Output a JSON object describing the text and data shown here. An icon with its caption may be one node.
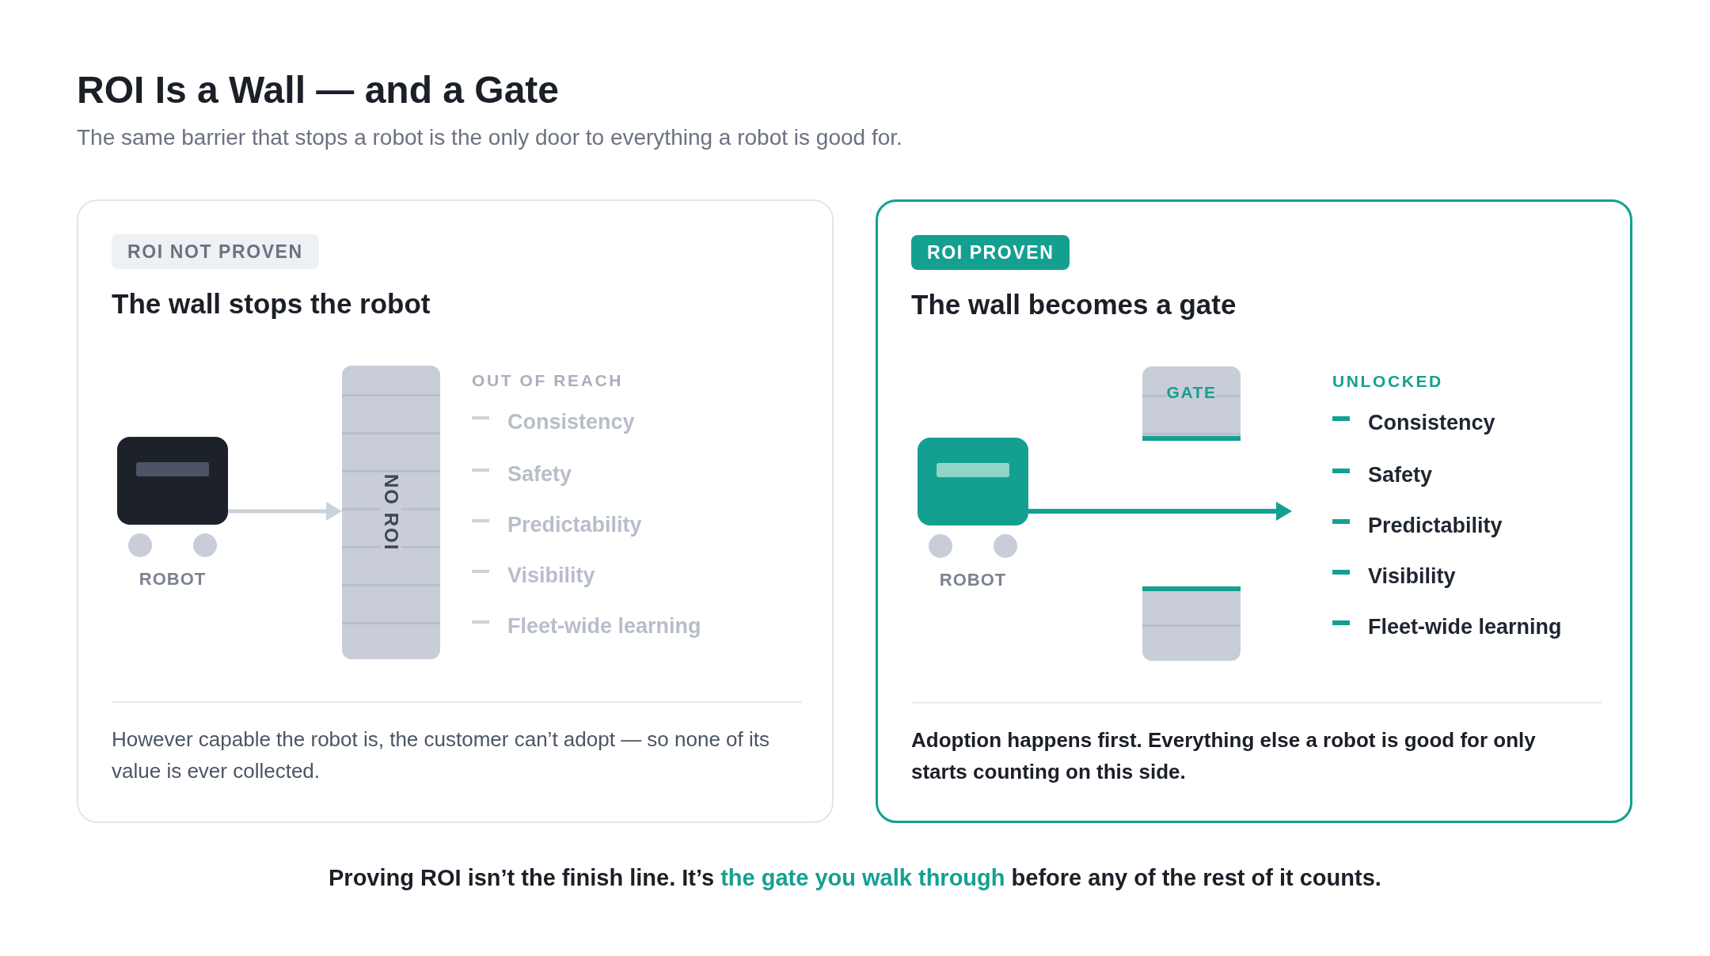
{
  "diagram": {
    "title": "ROI Is a Wall — and a Gate",
    "caption": "Proving ROI isn’t the finish line. It’s *the gate you walk through* before any of the rest of it counts.",
    "nodes": [
      {
        "text": [
          "The wall stops the robot",
          "However capable the robot is, the customer can’t adopt — so none of its value is ever collected."
        ]
      },
      {
        "text": [
          "ROI NOT PROVEN"
        ],
        "in": 0
      },
      {
        "text": [
          "ROBOT"
        ],
        "in": 0
      },
      {
        "text": [
          "NO ROI"
        ],
        "in": 0
      },
      {
        "text": [
          "The wall becomes a gate",
          "Adoption happens first. Everything else a robot is good for only starts counting on this side."
        ]
      },
      {
        "text": [
          "ROI PROVEN"
        ],
        "in": 4
      },
      {
        "text": [
          "ROBOT"
        ],
        "in": 4
      },
      {
        "text": [
          "GATE"
        ],
        "in": 4
      },
      {
        "text": [],
        "shape": "box",
        "in": 4
      }
    ],
    "edges": [
      {
        "from": 2,
        "to": 3,
        "arrow": "to",
        "color": "#cbd2dc"
      },
      {
        "from": 6,
        "to": null,
        "arrow": "to",
        "color": "#14a091"
      }
    ],
    "labels": [
      "The same barrier that stops a robot is the only door to everything a robot is good for.",
      "OUT OF REACH",
      "Consistency",
      "Safety",
      "Predictability",
      "Visibility",
      "Fleet-wide learning",
      "UNLOCKED",
      "Consistency",
      "Safety",
      "Predictability",
      "Visibility",
      "Fleet-wide learning"
    ]
  }
}
